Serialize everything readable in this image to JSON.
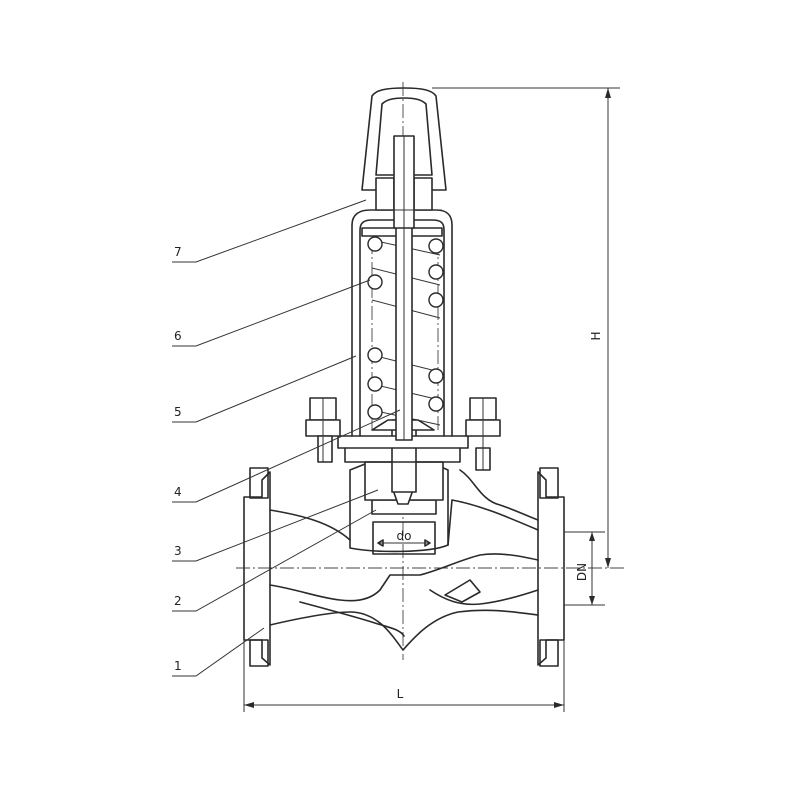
{
  "parts": [
    {
      "number": "7"
    },
    {
      "number": "6"
    },
    {
      "number": "5"
    },
    {
      "number": "4"
    },
    {
      "number": "3"
    },
    {
      "number": "2"
    },
    {
      "number": "1"
    }
  ],
  "dimensions": {
    "height": "H",
    "length": "L",
    "nominal_diameter": "DN",
    "seat_diameter": "do"
  }
}
